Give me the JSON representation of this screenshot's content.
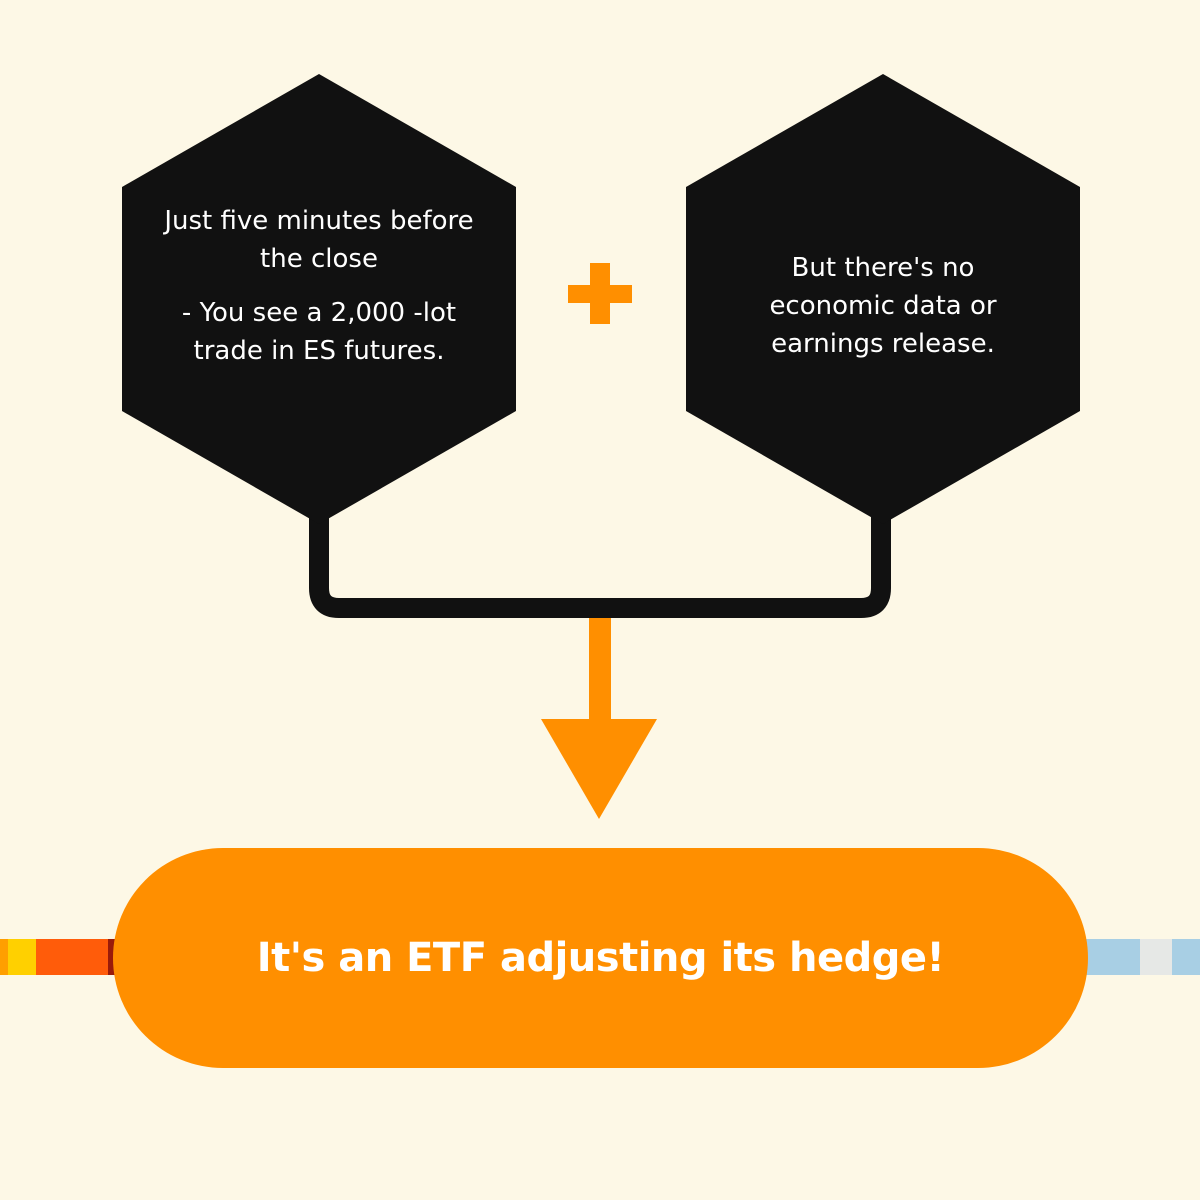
{
  "colors": {
    "background": "#fdf8e6",
    "hexagon": "#111111",
    "accent_orange": "#ff8f00",
    "connector": "#111111",
    "deco_left": [
      "#ffd000",
      "#ff5c0a",
      "#9a1b0a"
    ],
    "deco_right": [
      "#a8cfe4",
      "#e6e8e6"
    ]
  },
  "left_hexagon": {
    "line1": "Just five minutes before the close",
    "line2": "- You see a 2,000 -lot trade in ES futures."
  },
  "operator": {
    "icon": "plus-icon"
  },
  "right_hexagon": {
    "text": "But there's no economic data or earnings release."
  },
  "result": {
    "text": "It's an ETF adjusting its hedge!"
  }
}
